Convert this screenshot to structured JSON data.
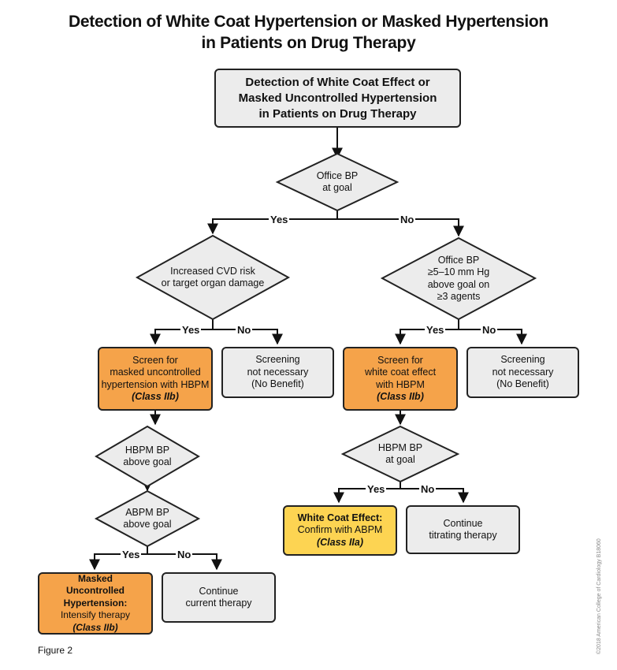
{
  "title": {
    "line1": "Detection of White Coat Hypertension or Masked Hypertension",
    "line2": "in Patients on Drug Therapy"
  },
  "start": {
    "line1": "Detection of White Coat Effect or",
    "line2": "Masked Uncontrolled Hypertension",
    "line3": "in Patients on Drug Therapy"
  },
  "d_office": {
    "line1": "Office BP",
    "line2": "at goal"
  },
  "d_cvd": {
    "line1": "Increased CVD risk",
    "line2": "or target organ damage"
  },
  "d_office510": {
    "line1": "Office BP",
    "line2": "≥5–10 mm Hg",
    "line3": "above goal on",
    "line4": "≥3 agents"
  },
  "screen_masked": {
    "line1": "Screen for",
    "line2": "masked uncontrolled",
    "line3": "hypertension with HBPM",
    "cls": "(Class IIb)"
  },
  "no_screen_left": {
    "line1": "Screening",
    "line2": "not necessary",
    "line3": "(No Benefit)"
  },
  "screen_white": {
    "line1": "Screen for",
    "line2": "white coat effect",
    "line3": "with HBPM",
    "cls": "(Class IIb)"
  },
  "no_screen_right": {
    "line1": "Screening",
    "line2": "not necessary",
    "line3": "(No Benefit)"
  },
  "d_hbpm_above": {
    "line1": "HBPM BP",
    "line2": "above goal"
  },
  "d_abpm_above": {
    "line1": "ABPM BP",
    "line2": "above goal"
  },
  "d_hbpm_goal": {
    "line1": "HBPM BP",
    "line2": "at goal"
  },
  "wce": {
    "line1": "White Coat Effect:",
    "line2": "Confirm with ABPM",
    "cls": "(Class IIa)"
  },
  "cont_titrate": {
    "line1": "Continue",
    "line2": "titrating therapy"
  },
  "muh": {
    "line1": "Masked",
    "line2": "Uncontrolled Hypertension:",
    "line3": "Intensify therapy",
    "cls": "(Class IIb)"
  },
  "cont_current": {
    "line1": "Continue",
    "line2": "current therapy"
  },
  "labels": {
    "yes": "Yes",
    "no": "No"
  },
  "figure": "Figure 2",
  "credit": "©2018 American College of Cardiology B18060",
  "colors": {
    "orange": "#f5a34a",
    "yellow": "#fdd452",
    "grey": "#ececec"
  }
}
